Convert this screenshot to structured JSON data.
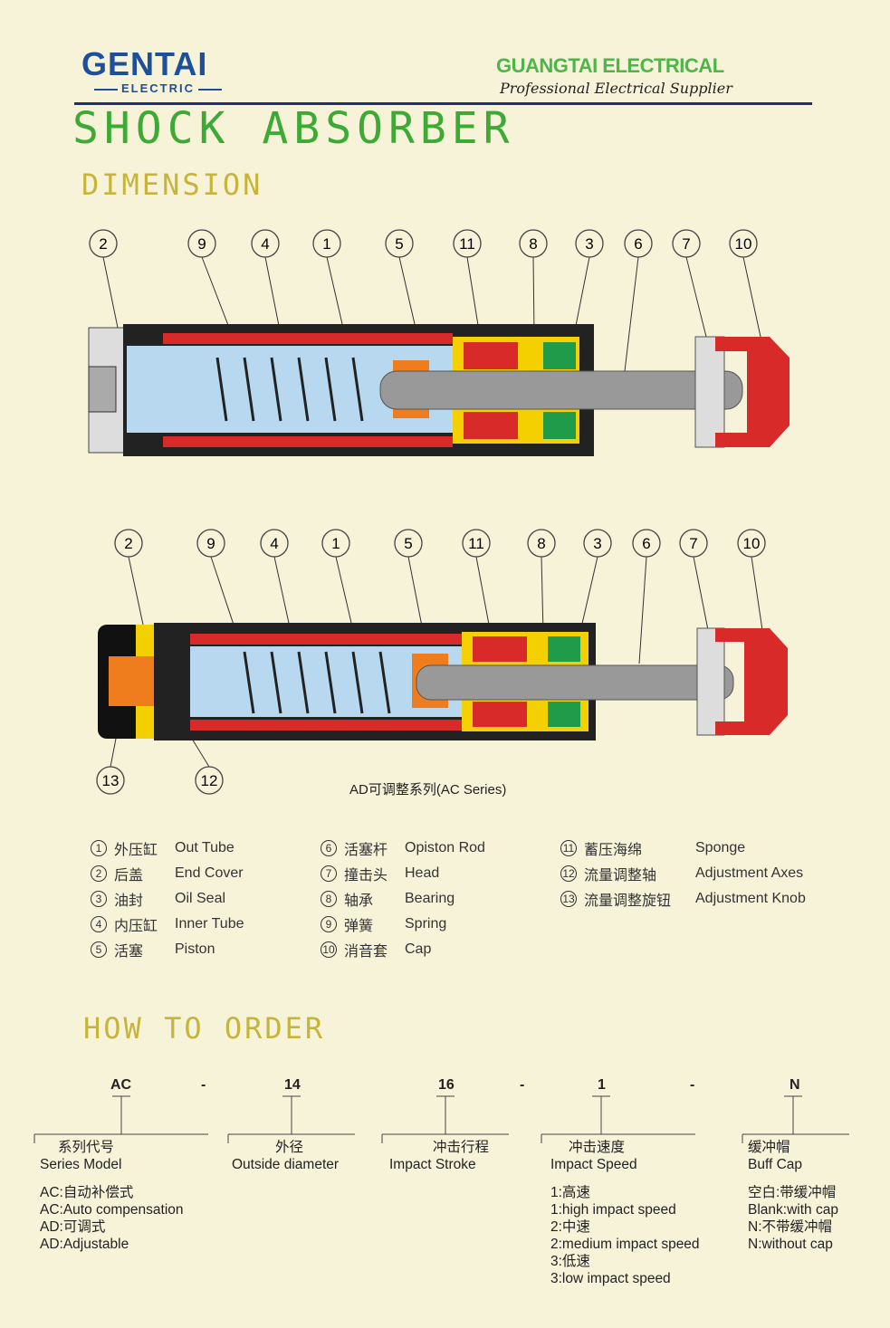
{
  "header": {
    "logo_main": "GENTAI",
    "logo_sub": "ELECTRIC",
    "brand": "GUANGTAI ELECTRICAL",
    "tagline": "Professional Electrical Supplier"
  },
  "title": "SHOCK ABSORBER",
  "subtitle": "DIMENSION",
  "diagram1": {
    "labels": [
      "2",
      "9",
      "4",
      "1",
      "5",
      "11",
      "8",
      "3",
      "6",
      "7",
      "10"
    ]
  },
  "diagram2": {
    "labels": [
      "2",
      "9",
      "4",
      "1",
      "5",
      "11",
      "8",
      "3",
      "6",
      "7",
      "10",
      "13",
      "12"
    ],
    "caption": "AD可调整系列(AC Series)"
  },
  "legend": [
    {
      "n": "1",
      "cn": "外压缸",
      "en": "Out Tube"
    },
    {
      "n": "2",
      "cn": "后盖",
      "en": "End Cover"
    },
    {
      "n": "3",
      "cn": "油封",
      "en": "Oil Seal"
    },
    {
      "n": "4",
      "cn": "内压缸",
      "en": "Inner Tube"
    },
    {
      "n": "5",
      "cn": "活塞",
      "en": "Piston"
    },
    {
      "n": "6",
      "cn": "活塞杆",
      "en": "Opiston Rod"
    },
    {
      "n": "7",
      "cn": "撞击头",
      "en": "Head"
    },
    {
      "n": "8",
      "cn": "轴承",
      "en": "Bearing"
    },
    {
      "n": "9",
      "cn": "弹簧",
      "en": "Spring"
    },
    {
      "n": "10",
      "cn": "消音套",
      "en": "Cap"
    },
    {
      "n": "11",
      "cn": "蓄压海绵",
      "en": "Sponge"
    },
    {
      "n": "12",
      "cn": "流量调整轴",
      "en": "Adjustment Axes"
    },
    {
      "n": "13",
      "cn": "流量调整旋钮",
      "en": "Adjustment Knob"
    }
  ],
  "how_to_order": {
    "title": "HOW TO ORDER",
    "codes": [
      "AC",
      "-",
      "14",
      "16",
      "-",
      "1",
      "-",
      "N"
    ],
    "boxes": [
      {
        "lines": [
          "系列代号",
          "Series Model",
          "",
          "AC:自动补偿式",
          "AC:Auto compensation",
          "AD:可调式",
          "AD:Adjustable"
        ]
      },
      {
        "lines": [
          "外径",
          "Outside diameter"
        ]
      },
      {
        "lines": [
          "冲击行程",
          "Impact Stroke"
        ]
      },
      {
        "lines": [
          "冲击速度",
          "Impact Speed",
          "",
          "1:高速",
          "1:high impact speed",
          "2:中速",
          "2:medium impact speed",
          "3:低速",
          "3:low impact speed"
        ]
      },
      {
        "lines": [
          "缓冲帽",
          "Buff Cap",
          "",
          "空白:带缓冲帽",
          "Blank:with cap",
          "N:不带缓冲帽",
          "N:without cap"
        ]
      }
    ]
  },
  "colors": {
    "blue": "#1d4f9c",
    "green": "#3daa35",
    "gold": "#c7b43a",
    "red": "#d92a2a",
    "yellow": "#f5d000",
    "oil": "#b7d8ef",
    "orange": "#ef7d1d"
  }
}
